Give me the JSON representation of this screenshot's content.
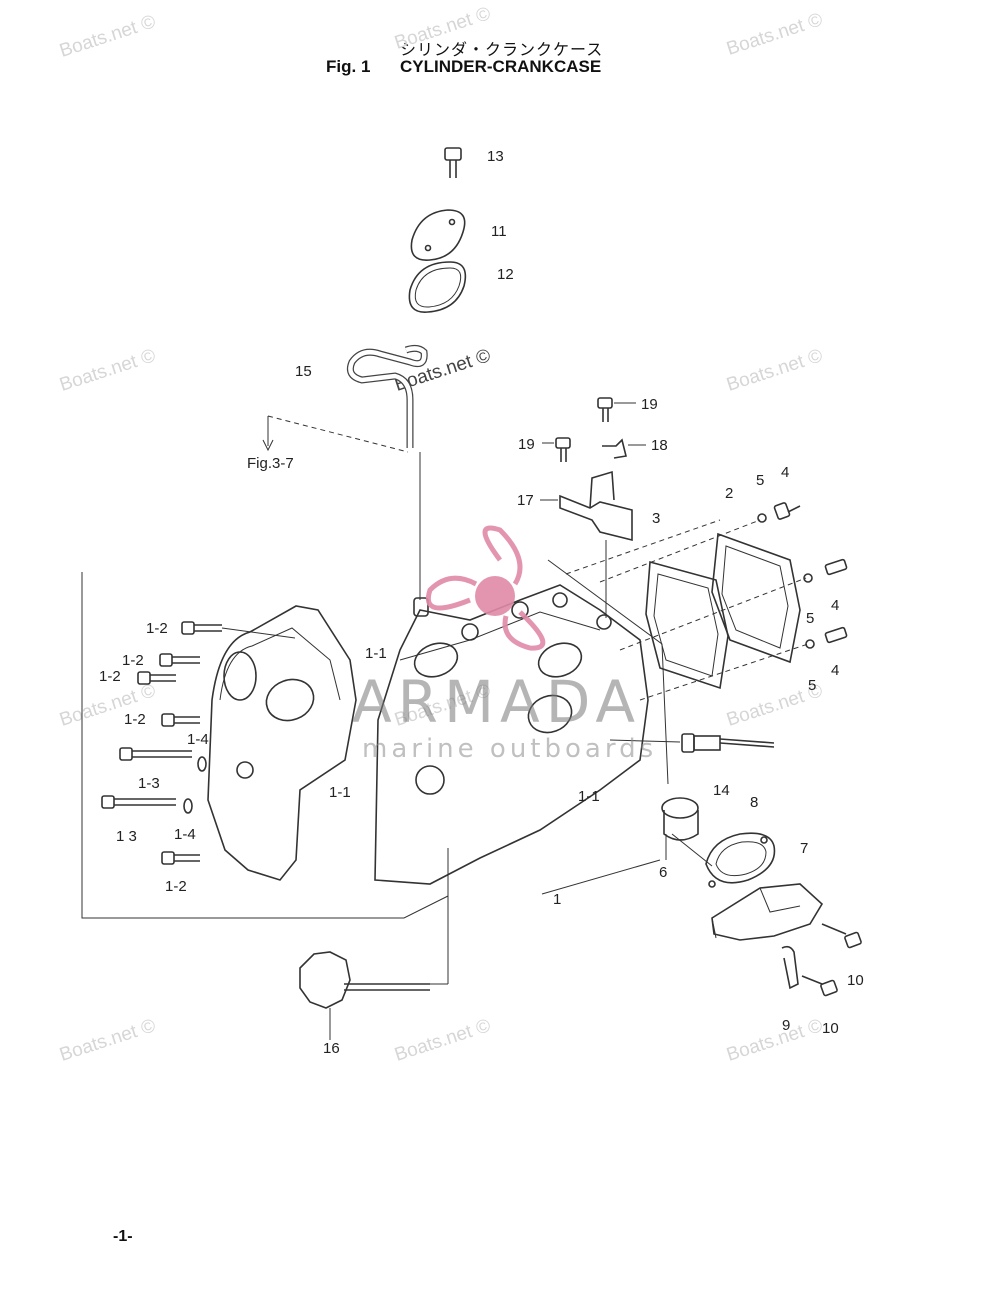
{
  "header": {
    "title_jp": "シリンダ・クランクケース",
    "fig_no": "Fig. 1",
    "fig_name": "CYLINDER-CRANKCASE"
  },
  "callouts": {
    "c13": "13",
    "c11": "11",
    "c12": "12",
    "c15": "15",
    "fig37": "Fig.3-7",
    "c19a": "19",
    "c19b": "19",
    "c18": "18",
    "c17": "17",
    "c3": "3",
    "c2": "2",
    "c5a": "5",
    "c4a": "4",
    "c4b": "4",
    "c5b": "5",
    "c5c": "5",
    "c4c": "4",
    "c1_1a": "1-1",
    "c1_2a": "1-2",
    "c1_2b": "1-2",
    "c1_2c": "1-2",
    "c1_2d": "1-2",
    "c1_4a": "1-4",
    "c1_3a": "1-3",
    "c1_1b": "1-1",
    "c1_3b": "1 3",
    "c1_4b": "1-4",
    "c1_2e": "1-2",
    "c1_1c": "1-1",
    "c14": "14",
    "c8": "8",
    "c7": "7",
    "c6": "6",
    "c1": "1",
    "c10a": "10",
    "c9": "9",
    "c10b": "10",
    "c16": "16"
  },
  "watermarks": {
    "w1": "Boats.net ©",
    "w2": "Boats.net ©",
    "w3": "Boats.net ©",
    "w4": "Boats.net ©",
    "w5": "Boats.net ©",
    "w6": "Boats.net ©",
    "w7": "Boats.net ©",
    "w8": "Boats.net ©",
    "w9": "Boats.net ©",
    "w10": "Boats.net ©",
    "w11": "Boats.net ©",
    "w12": "Boats.net ©"
  },
  "brand": {
    "name": "ARMADA",
    "tagline": "marine outboards",
    "color": "#e08aa8"
  },
  "footer": {
    "page": "-1-"
  }
}
